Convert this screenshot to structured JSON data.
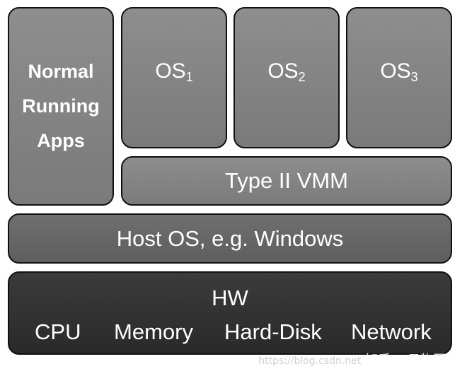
{
  "apps": {
    "lines": [
      "Normal",
      "Running",
      "Apps"
    ]
  },
  "guests": [
    {
      "prefix": "OS",
      "subscript": "1"
    },
    {
      "prefix": "OS",
      "subscript": "2"
    },
    {
      "prefix": "OS",
      "subscript": "3"
    }
  ],
  "vmm": {
    "label": "Type II VMM"
  },
  "host": {
    "label": "Host OS, e.g. Windows"
  },
  "hardware": {
    "title": "HW",
    "components": [
      "CPU",
      "Memory",
      "Hard-Disk",
      "Network"
    ]
  },
  "watermark": {
    "url": "https://blog.csdn.net",
    "text": "知乎 @云物互联"
  },
  "colors": {
    "light_box": "#8a8a8a",
    "dark_mid_box": "#666666",
    "dark_box": "#333333",
    "border": "#111111",
    "text": "#ffffff"
  }
}
